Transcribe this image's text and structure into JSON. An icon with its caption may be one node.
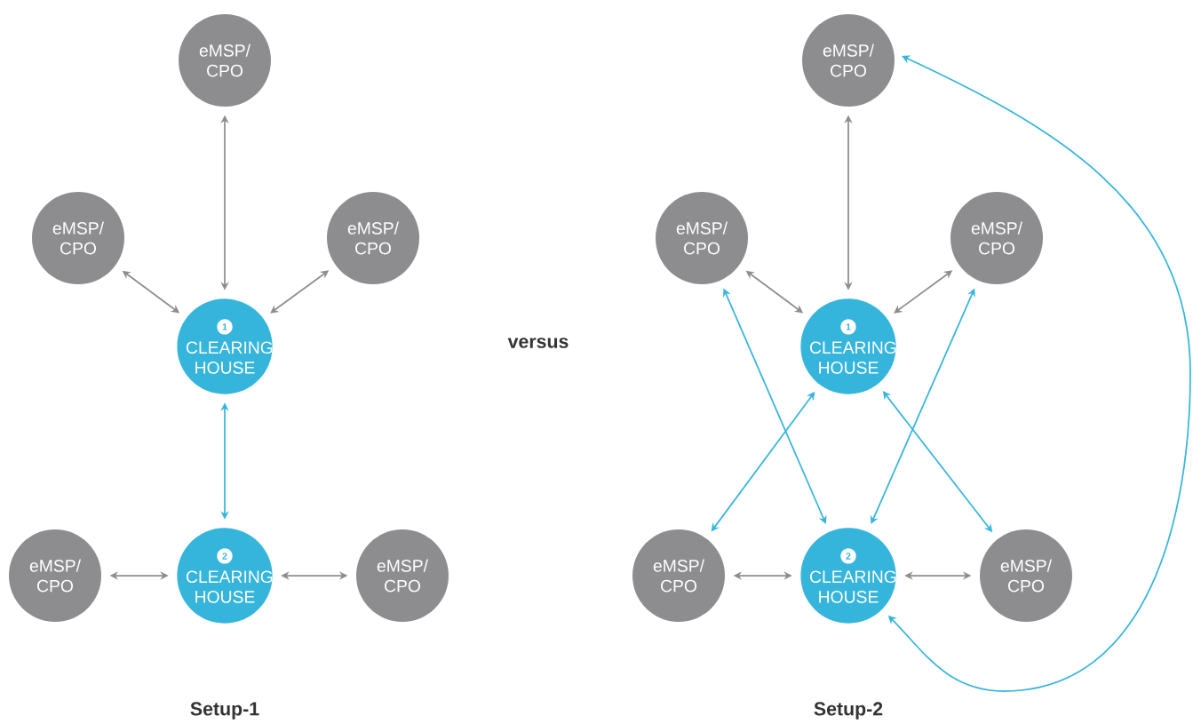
{
  "diagram": {
    "nodes": [
      {
        "text": [
          "eMSP/ CPO"
        ]
      },
      {
        "text": [
          "eMSP/ CPO"
        ]
      },
      {
        "text": [
          "eMSP/ CPO"
        ]
      },
      {
        "text": [
          "1",
          "CLEARING HOUSE"
        ]
      },
      {
        "text": [
          "2",
          "CLEARING HOUSE"
        ]
      },
      {
        "text": [
          "eMSP/ CPO"
        ]
      },
      {
        "text": [
          "eMSP/ CPO"
        ]
      },
      {
        "text": [
          "eMSP/ CPO"
        ]
      },
      {
        "text": [
          "eMSP/ CPO"
        ]
      },
      {
        "text": [
          "eMSP/ CPO"
        ]
      },
      {
        "text": [
          "1",
          "CLEARING HOUSE"
        ]
      },
      {
        "text": [
          "2",
          "CLEARING HOUSE"
        ]
      },
      {
        "text": [
          "eMSP/ CPO"
        ]
      },
      {
        "text": [
          "eMSP/ CPO"
        ]
      }
    ],
    "edges": [
      {
        "from": 0,
        "to": 3,
        "arrow": "both"
      },
      {
        "from": 1,
        "to": 3,
        "arrow": "both"
      },
      {
        "from": 2,
        "to": 3,
        "arrow": "both"
      },
      {
        "from": 3,
        "to": 4,
        "arrow": "both",
        "color": "#35b5dc"
      },
      {
        "from": 5,
        "to": 4,
        "arrow": "both"
      },
      {
        "from": 4,
        "to": 6,
        "arrow": "both"
      },
      {
        "from": 7,
        "to": 10,
        "arrow": "both"
      },
      {
        "from": 8,
        "to": 10,
        "arrow": "both"
      },
      {
        "from": 9,
        "to": 10,
        "arrow": "both"
      },
      {
        "from": 8,
        "to": 11,
        "arrow": "both",
        "color": "#35b5dc"
      },
      {
        "from": 9,
        "to": 11,
        "arrow": "both",
        "color": "#35b5dc"
      },
      {
        "from": 12,
        "to": 10,
        "arrow": "both",
        "color": "#35b5dc"
      },
      {
        "from": 13,
        "to": 10,
        "arrow": "both",
        "color": "#35b5dc"
      },
      {
        "from": 12,
        "to": 11,
        "arrow": "both"
      },
      {
        "from": 11,
        "to": 13,
        "arrow": "both"
      },
      {
        "from": 11,
        "to": 7,
        "arrow": "both",
        "color": "#35b5dc"
      }
    ],
    "labels": [
      "versus",
      "Setup-1",
      "Setup-2"
    ]
  }
}
